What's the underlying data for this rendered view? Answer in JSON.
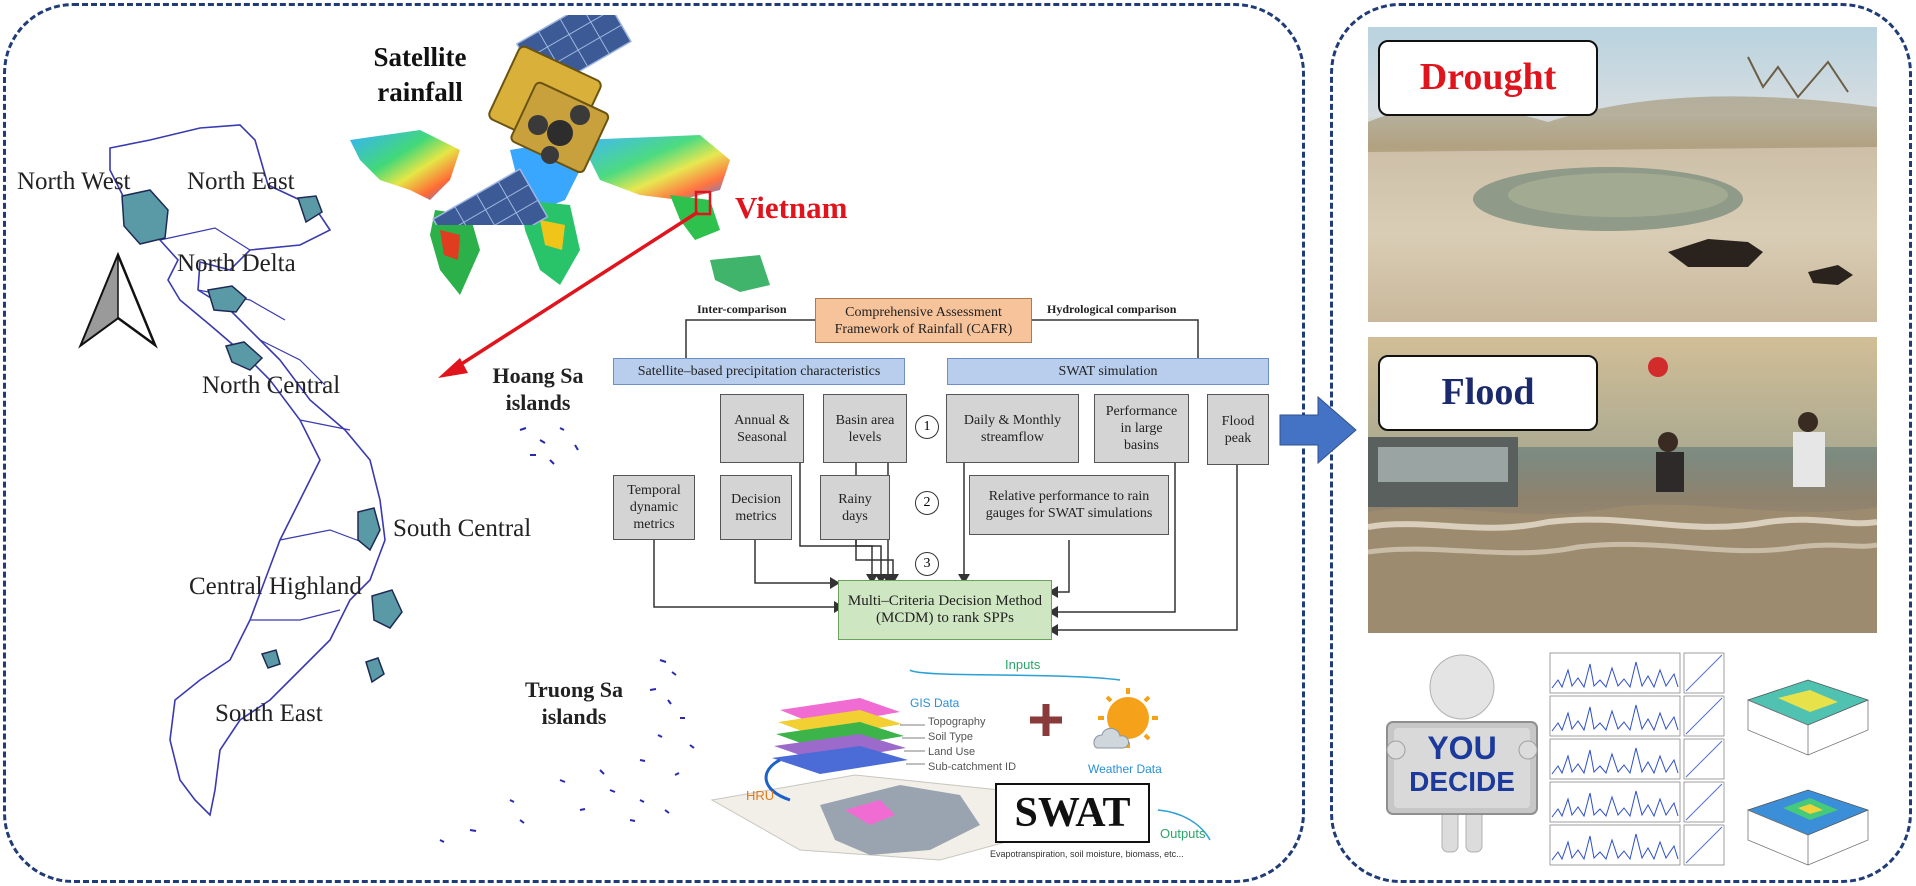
{
  "map": {
    "regions": [
      "North West",
      "North East",
      "North Delta",
      "North Central",
      "South Central",
      "Central Highland",
      "South East"
    ],
    "islands": {
      "hoang_sa": "Hoang Sa\nislands",
      "truong_sa": "Truong Sa\nislands"
    }
  },
  "satellite": {
    "title": "Satellite\nrainfall",
    "country_label": "Vietnam"
  },
  "flowchart": {
    "intercomparison": "Inter-comparison",
    "hydrological": "Hydrological  comparison",
    "cafr": "Comprehensive Assessment\nFramework of Rainfall (CAFR)",
    "left_header": "Satellite–based precipitation characteristics",
    "right_header": "SWAT simulation",
    "annual": "Annual &\nSeasonal",
    "basin": "Basin area\nlevels",
    "temporal": "Temporal\ndynamic\nmetrics",
    "decision": "Decision\nmetrics",
    "rainy": "Rainy\ndays",
    "daily": "Daily & Monthly\nstreamflow",
    "performance": "Performance\nin large\nbasins",
    "flood": "Flood\npeak",
    "relative": "Relative performance to rain\ngauges for SWAT simulations",
    "mcdm": "Multi–Criteria Decision Method\n(MCDM) to rank SPPs",
    "steps": [
      "1",
      "2",
      "3"
    ]
  },
  "swat": {
    "inputs": "Inputs",
    "gis_data": "GIS Data",
    "layers": [
      "Topography",
      "Soil Type",
      "Land Use",
      "Sub-catchment ID"
    ],
    "hru": "HRU",
    "weather": "Weather Data",
    "title": "SWAT",
    "outputs": "Outputs",
    "outputs_detail": "Evapotranspiration, soil moisture, biomass, etc..."
  },
  "right_panel": {
    "drought": "Drought",
    "flood": "Flood",
    "you": "YOU",
    "decide": "DECIDE"
  },
  "colors": {
    "frame": "#1f3c78",
    "red_label": "#e0141c",
    "flood_label": "#1a2a6c",
    "arrow_blue": "#4472c4",
    "header_blue": "#b9cdec",
    "cafr_orange": "#f6c39b",
    "mcdm_green": "#cfe6c2"
  }
}
